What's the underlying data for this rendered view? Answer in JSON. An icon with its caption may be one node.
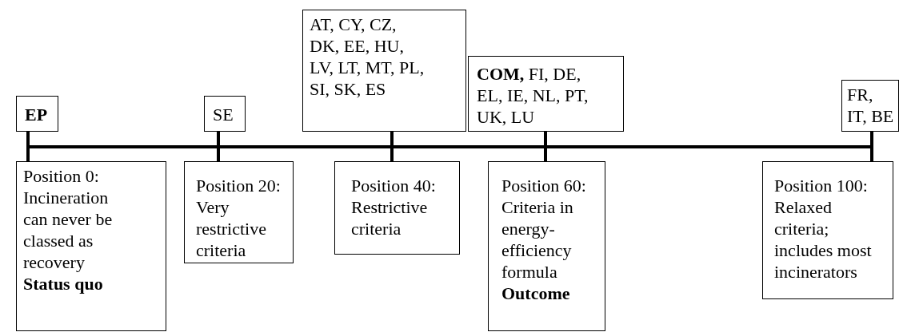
{
  "diagram": {
    "nodes": [
      {
        "text": [
          "EP"
        ]
      },
      {
        "text": [
          "Position 0: Incineration can never be classed as recovery",
          "Status quo"
        ]
      },
      {
        "text": [
          "SE"
        ]
      },
      {
        "text": [
          "Position 20: Very restrictive criteria"
        ]
      },
      {
        "text": [
          "AT, CY, CZ, DK, EE, HU, LV, LT, MT, PL, SI, SK, ES"
        ]
      },
      {
        "text": [
          "Position 40: Restrictive criteria"
        ]
      },
      {
        "text": [
          "**COM,** FI, DE, EL, IE, NL, PT, UK, LU"
        ]
      },
      {
        "text": [
          "Position 60: Criteria in energy-efficiency formula",
          "Outcome"
        ]
      },
      {
        "text": [
          "FR, IT, BE"
        ]
      },
      {
        "text": [
          "Position 100: Relaxed criteria; includes most incinerators"
        ]
      }
    ],
    "edges": [
      {
        "from": 0,
        "to": 1,
        "arrow": "none"
      },
      {
        "from": 2,
        "to": 3,
        "arrow": "none"
      },
      {
        "from": 4,
        "to": 5,
        "arrow": "none"
      },
      {
        "from": 6,
        "to": 7,
        "arrow": "none"
      },
      {
        "from": 8,
        "to": 9,
        "arrow": "none"
      }
    ]
  }
}
